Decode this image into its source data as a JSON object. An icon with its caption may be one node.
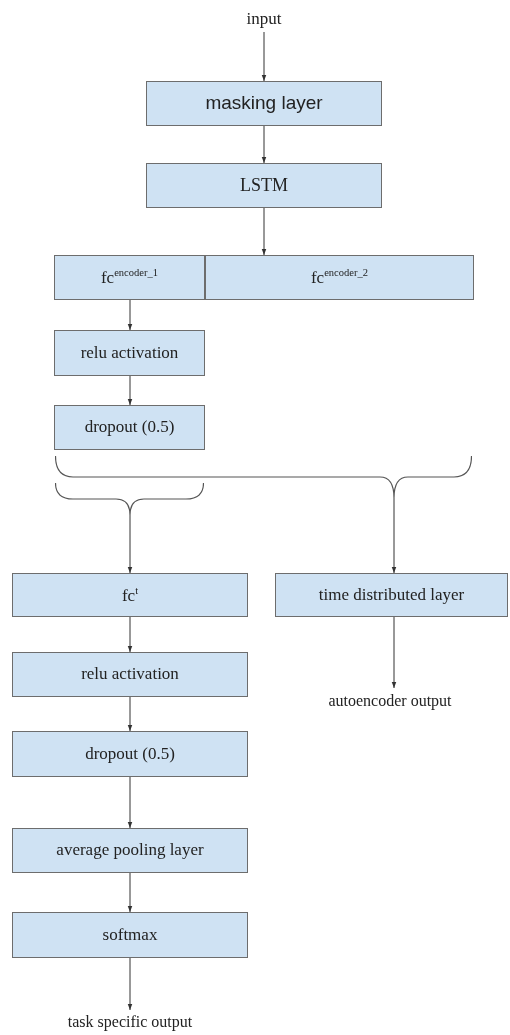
{
  "diagram": {
    "nodes": [
      {
        "text": [
          "input"
        ]
      },
      {
        "text": [
          "masking layer"
        ]
      },
      {
        "text": [
          "LSTM"
        ]
      },
      {
        "text": [
          "fc$^{encoder_1}$"
        ]
      },
      {
        "text": [
          "fc$^{encoder_2}$"
        ]
      },
      {
        "text": [
          "relu activation"
        ]
      },
      {
        "text": [
          "dropout (0.5)"
        ]
      },
      {
        "text": [],
        "shape": "brace"
      },
      {
        "text": [],
        "shape": "brace"
      },
      {
        "text": [
          "fc$^{t}$"
        ]
      },
      {
        "text": [
          "time distributed layer"
        ]
      },
      {
        "text": [
          "relu activation"
        ]
      },
      {
        "text": [
          "autoencoder output"
        ]
      },
      {
        "text": [
          "dropout (0.5)"
        ]
      },
      {
        "text": [
          "average pooling layer"
        ]
      },
      {
        "text": [
          "softmax"
        ]
      },
      {
        "text": [
          "task specific output"
        ]
      }
    ],
    "edges": [
      {
        "from": 0,
        "to": 1,
        "arrow": "to"
      },
      {
        "from": 1,
        "to": 2,
        "arrow": "to"
      },
      {
        "from": 2,
        "to": 4,
        "arrow": "to"
      },
      {
        "from": 3,
        "to": 5,
        "arrow": "to"
      },
      {
        "from": 5,
        "to": 6,
        "arrow": "to"
      },
      {
        "from": 8,
        "to": 9,
        "arrow": "to"
      },
      {
        "from": 7,
        "to": 10,
        "arrow": "to"
      },
      {
        "from": 9,
        "to": 11,
        "arrow": "to"
      },
      {
        "from": 10,
        "to": 12,
        "arrow": "to"
      },
      {
        "from": 11,
        "to": 13,
        "arrow": "to"
      },
      {
        "from": 13,
        "to": 14,
        "arrow": "to"
      },
      {
        "from": 14,
        "to": 15,
        "arrow": "to"
      },
      {
        "from": 15,
        "to": 16,
        "arrow": "to"
      }
    ]
  }
}
